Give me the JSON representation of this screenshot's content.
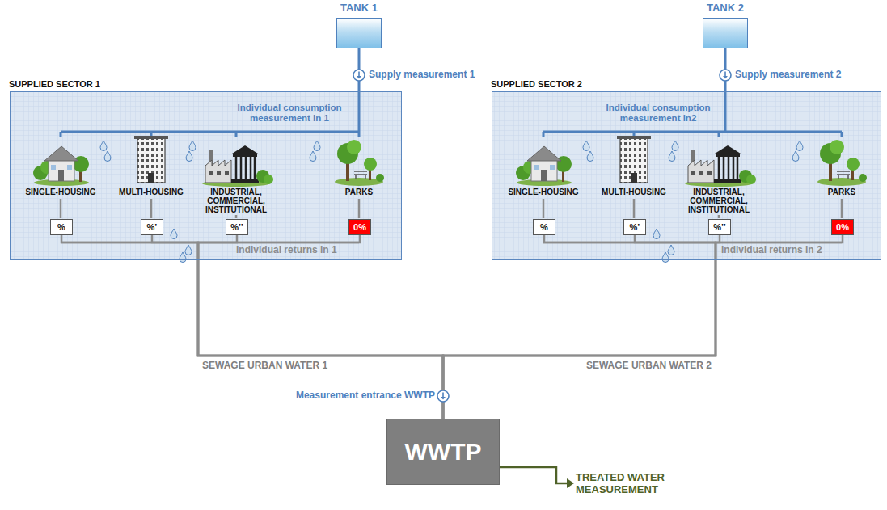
{
  "diagram": {
    "nodes": [
      {
        "text": [
          "TANK 1"
        ]
      },
      {
        "text": [
          "SUPPLIED SECTOR 1"
        ]
      },
      {
        "text": [
          "%"
        ],
        "in": 1
      },
      {
        "text": [
          "%’"
        ],
        "in": 1
      },
      {
        "text": [
          "%’’"
        ],
        "in": 1
      },
      {
        "text": [
          "0%"
        ],
        "in": 1
      },
      {
        "text": [
          "TANK 2"
        ]
      },
      {
        "text": [
          "SUPPLIED SECTOR 2"
        ]
      },
      {
        "text": [
          "%"
        ],
        "in": 7
      },
      {
        "text": [
          "%’"
        ],
        "in": 7
      },
      {
        "text": [
          "%’’"
        ],
        "in": 7
      },
      {
        "text": [
          "0%"
        ],
        "in": 7
      },
      {
        "text": [
          "WWTP"
        ]
      }
    ],
    "edges": [
      {
        "from": 0,
        "to": 1,
        "arrow": "none"
      },
      {
        "from": 6,
        "to": 7,
        "arrow": "none"
      },
      {
        "from": 2,
        "to": 12,
        "arrow": "none"
      },
      {
        "from": 3,
        "to": 12,
        "arrow": "none"
      },
      {
        "from": 4,
        "to": 12,
        "arrow": "none"
      },
      {
        "from": 5,
        "to": 12,
        "arrow": "none"
      },
      {
        "from": 8,
        "to": 12,
        "arrow": "none"
      },
      {
        "from": 9,
        "to": 12,
        "arrow": "none"
      },
      {
        "from": 10,
        "to": 12,
        "arrow": "none"
      },
      {
        "from": 11,
        "to": 12,
        "arrow": "none"
      }
    ],
    "labels": [
      "Supply measurement 1",
      "Individual consumption measurement in 1",
      "SINGLE-HOUSING",
      "MULTI-HOUSING",
      "INDUSTRIAL, COMMERCIAL, INSTITUTIONAL",
      "PARKS",
      "Individual returns in 1",
      "Supply measurement 2",
      "Individual consumption measurement in2",
      "SINGLE-HOUSING",
      "MULTI-HOUSING",
      "INDUSTRIAL, COMMERCIAL, INSTITUTIONAL",
      "PARKS",
      "Individual returns in 2",
      "SEWAGE URBAN WATER 1",
      "SEWAGE URBAN WATER 2",
      "Measurement entrance WWTP",
      "TREATED WATER MEASUREMENT"
    ]
  }
}
